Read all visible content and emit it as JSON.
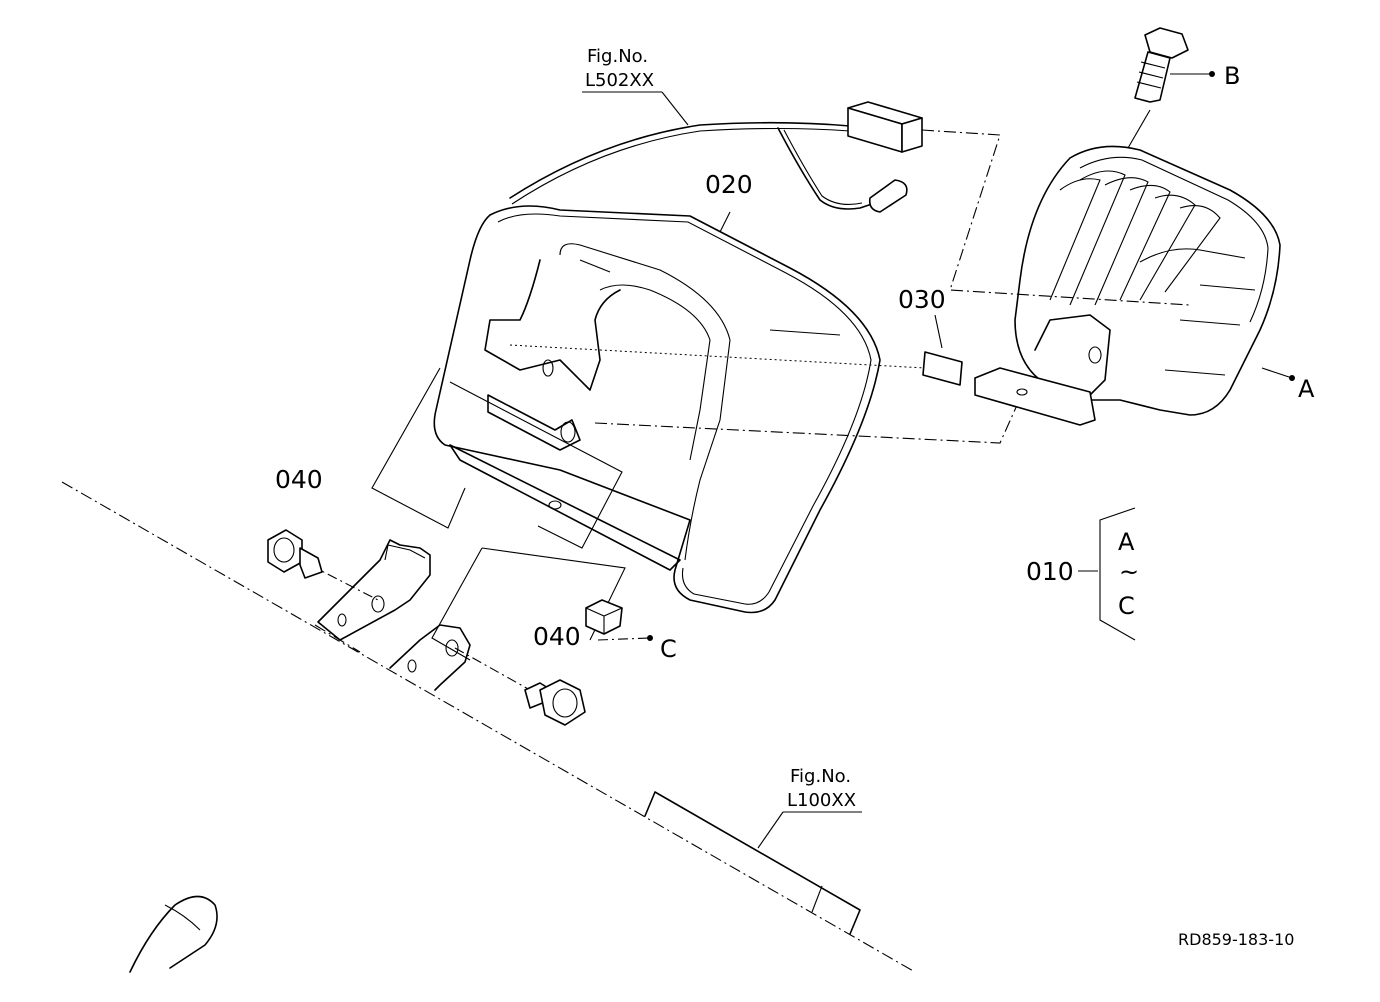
{
  "drawing_id": "RD859-183-10",
  "part_numbers": {
    "cover": "020",
    "pad": "030",
    "assembly": "010",
    "bolt_left": "040",
    "bolt_right": "040"
  },
  "figure_refs": {
    "wiring": {
      "line1": "Fig.No.",
      "line2": "L502XX"
    },
    "frame": {
      "line1": "Fig.No.",
      "line2": "L100XX"
    }
  },
  "callouts": {
    "a": "A",
    "b": "B",
    "c": "C"
  },
  "assembly_range": {
    "start": "A",
    "tilde": "~",
    "end": "C"
  }
}
